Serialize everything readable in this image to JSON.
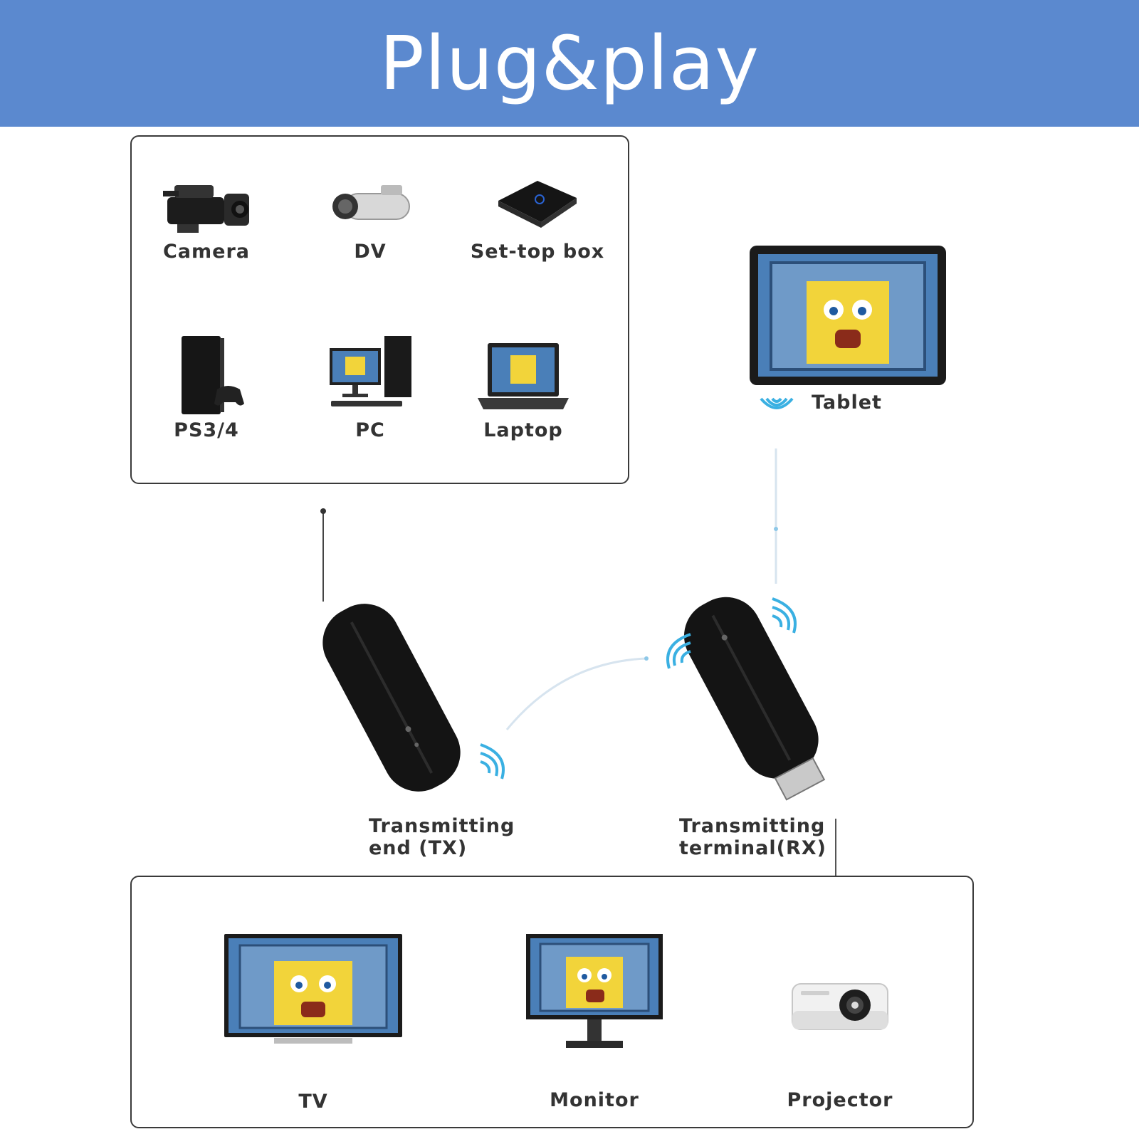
{
  "banner": {
    "title": "Plug&play",
    "color": "#5b89cf"
  },
  "sources": {
    "items": [
      {
        "label": "Camera",
        "icon": "camera-icon"
      },
      {
        "label": "DV",
        "icon": "camcorder-icon"
      },
      {
        "label": "Set-top box",
        "icon": "set-top-box-icon"
      },
      {
        "label": "PS3/4",
        "icon": "game-console-icon"
      },
      {
        "label": "PC",
        "icon": "desktop-pc-icon"
      },
      {
        "label": "Laptop",
        "icon": "laptop-icon"
      }
    ]
  },
  "tablet": {
    "label": "Tablet",
    "icon": "tablet-icon"
  },
  "tx": {
    "line1": "Transmitting",
    "line2": "end (TX)"
  },
  "rx": {
    "line1": "Transmitting",
    "line2": "terminal(RX)"
  },
  "outputs": {
    "items": [
      {
        "label": "TV",
        "icon": "tv-icon"
      },
      {
        "label": "Monitor",
        "icon": "monitor-icon"
      },
      {
        "label": "Projector",
        "icon": "projector-icon"
      }
    ]
  },
  "colors": {
    "wifi": "#3ab0e2",
    "device": "#111111",
    "screen": "#4a7fb8"
  }
}
